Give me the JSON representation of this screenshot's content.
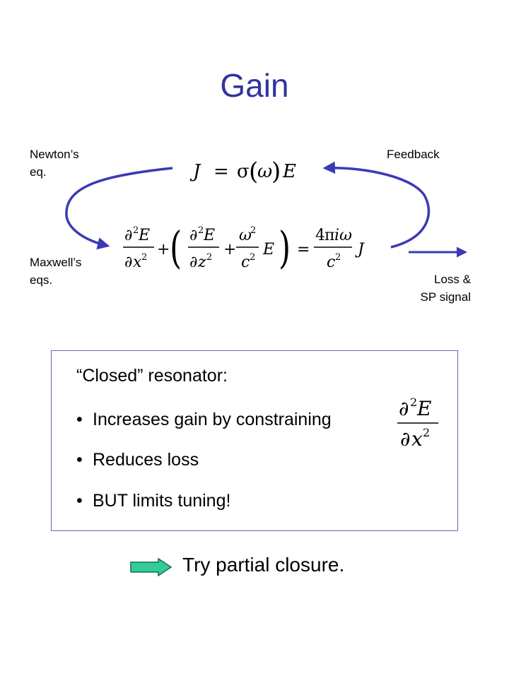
{
  "title": "Gain",
  "labels": {
    "newton_line1": "Newton’s",
    "newton_line2": "eq.",
    "feedback": "Feedback",
    "maxwell_line1": "Maxwell’s",
    "maxwell_line2": "eqs.",
    "loss_line1": "Loss &",
    "loss_line2": "SP signal"
  },
  "equations": {
    "current": "J = σ(ω) E",
    "maxwell": "∂²E/∂x² + (∂²E/∂z² + ω²/c² E) = 4πiω/c² J",
    "box_term": "∂²E/∂x²"
  },
  "box": {
    "heading": "“Closed” resonator:",
    "bullets": [
      "Increases gain by constraining",
      "Reduces loss",
      "BUT limits tuning!"
    ]
  },
  "closure": "Try partial closure.",
  "colors": {
    "title": "#3333a0",
    "arrow": "#3a3ab5",
    "box_border": "#6a6ab8",
    "closure_arrow_fill": "#33cc99",
    "closure_arrow_stroke": "#1a6a4e"
  },
  "icons": {
    "bullet": "•"
  }
}
